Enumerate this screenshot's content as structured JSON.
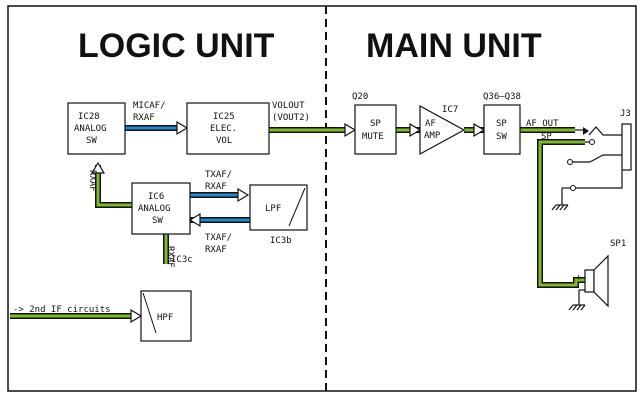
{
  "titles": {
    "logic_unit": "LOGIC UNIT",
    "main_unit": "MAIN UNIT"
  },
  "blocks": {
    "ic28": {
      "line1": "IC28",
      "line2": "ANALOG",
      "line3": "SW"
    },
    "ic25": {
      "line1": "IC25",
      "line2": "ELEC.",
      "line3": "VOL"
    },
    "ic6": {
      "line1": "IC6",
      "line2": "ANALOG",
      "line3": "SW"
    },
    "lpf": {
      "label": "LPF",
      "ref": "IC3b"
    },
    "hpf": {
      "label": "HPF",
      "ref": "IC3c"
    },
    "sp_mute": {
      "line1": "SP",
      "line2": "MUTE",
      "ref": "Q20"
    },
    "af_amp": {
      "line1": "AF",
      "line2": "AMP",
      "ref": "IC7"
    },
    "sp_sw": {
      "line1": "SP",
      "line2": "SW",
      "ref": "Q36–Q38"
    }
  },
  "signals": {
    "micaf_rxaf_1": "MICAF/",
    "micaf_rxaf_2": "RXAF",
    "volout_1": "VOLOUT",
    "volout_2": "(VOUT2)",
    "txaf_rxaf_top_1": "TXAF/",
    "txaf_rxaf_top_2": "RXAF",
    "txaf_rxaf_bot_1": "TXAF/",
    "txaf_rxaf_bot_2": "RXAF",
    "rxaf_left": "RXAF",
    "rxaf_vert": "RXAF",
    "second_if": "-> 2nd IF circuits",
    "af_out": "AF OUT",
    "sp": "SP"
  },
  "connectors": {
    "jack": "J3",
    "speaker": "SP1"
  },
  "colors": {
    "green": "#7fba2a",
    "blue": "#2a86c8",
    "ink": "#111111"
  }
}
